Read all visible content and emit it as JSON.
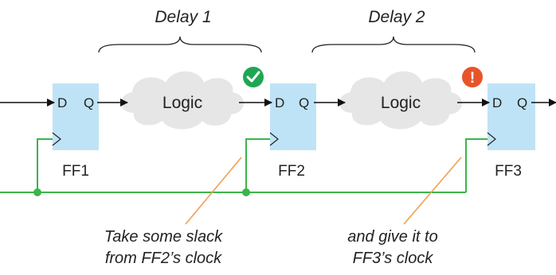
{
  "delays": [
    {
      "label": "Delay 1"
    },
    {
      "label": "Delay 2"
    }
  ],
  "flip_flops": [
    {
      "name": "FF1",
      "d_label": "D",
      "q_label": "Q"
    },
    {
      "name": "FF2",
      "d_label": "D",
      "q_label": "Q"
    },
    {
      "name": "FF3",
      "d_label": "D",
      "q_label": "Q"
    }
  ],
  "logic_blocks": [
    {
      "label": "Logic"
    },
    {
      "label": "Logic"
    }
  ],
  "status": [
    {
      "kind": "ok",
      "symbol": "✓",
      "color": "#1fa653"
    },
    {
      "kind": "violation",
      "symbol": "!",
      "color": "#e8542a"
    }
  ],
  "annotations": {
    "left_line1": "Take some slack",
    "left_line2": "from FF2’s clock",
    "right_line1": "and give it to",
    "right_line2": "FF3’s clock"
  },
  "colors": {
    "flip_flop_fill": "#bfe3f6",
    "cloud_fill": "#e6e6e6",
    "clock_line": "#3bb54a",
    "annotation_line": "#f0a050",
    "signal": "#111111"
  }
}
